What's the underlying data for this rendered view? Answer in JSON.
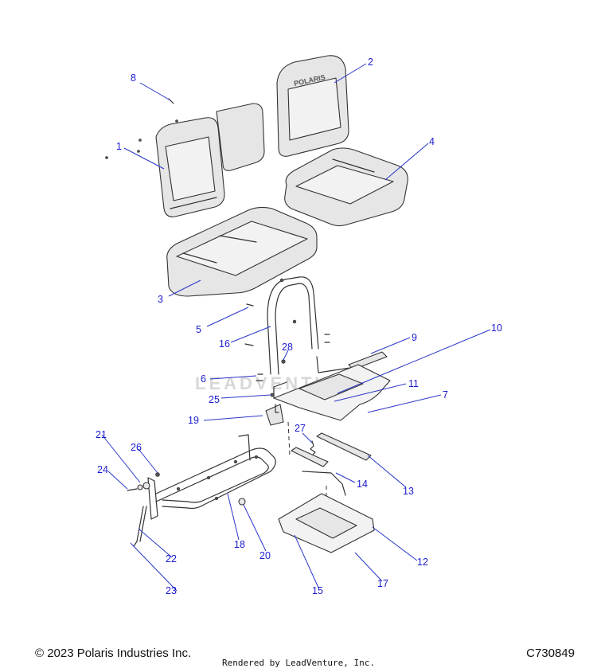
{
  "footer": {
    "copyright": "© 2023 Polaris Industries Inc.",
    "diagram_id": "C730849",
    "rendered_by": "Rendered by LeadVenture, Inc."
  },
  "watermark": "LEADVENTURE",
  "seat_logo": "POLARIS",
  "callouts": [
    "1",
    "2",
    "3",
    "4",
    "5",
    "6",
    "7",
    "8",
    "9",
    "10",
    "11",
    "12",
    "13",
    "14",
    "15",
    "16",
    "17",
    "19",
    "20",
    "21",
    "22",
    "23",
    "24",
    "25",
    "26",
    "27",
    "28",
    "18"
  ]
}
